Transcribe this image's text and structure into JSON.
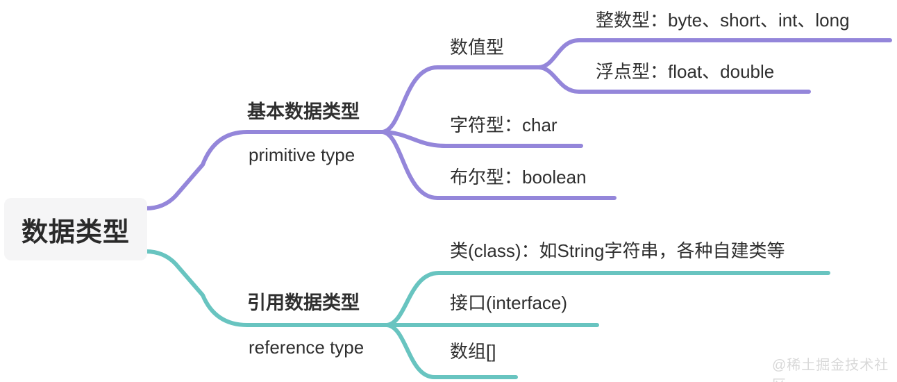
{
  "root": {
    "label": "数据类型"
  },
  "colors": {
    "purple_branch": "#9486da",
    "teal_branch": "#68c4c0",
    "text": "#2f2f2f",
    "root_bg": "#f5f5f6",
    "watermark_gray": "#d8d8d8"
  },
  "branches": [
    {
      "id": "primitive",
      "label_zh": "基本数据类型",
      "label_en": "primitive type",
      "color": "#9486da",
      "children": [
        {
          "label": "数值型",
          "children": [
            {
              "label": "整数型：byte、short、int、long"
            },
            {
              "label": "浮点型：float、double"
            }
          ]
        },
        {
          "label": "字符型：char"
        },
        {
          "label": "布尔型：boolean"
        }
      ]
    },
    {
      "id": "reference",
      "label_zh": "引用数据类型",
      "label_en": "reference type",
      "color": "#68c4c0",
      "children": [
        {
          "label": "类(class)：如String字符串，各种自建类等"
        },
        {
          "label": "接口(interface)"
        },
        {
          "label": "数组[]"
        }
      ]
    }
  ],
  "watermark": "@稀土掘金技术社区"
}
